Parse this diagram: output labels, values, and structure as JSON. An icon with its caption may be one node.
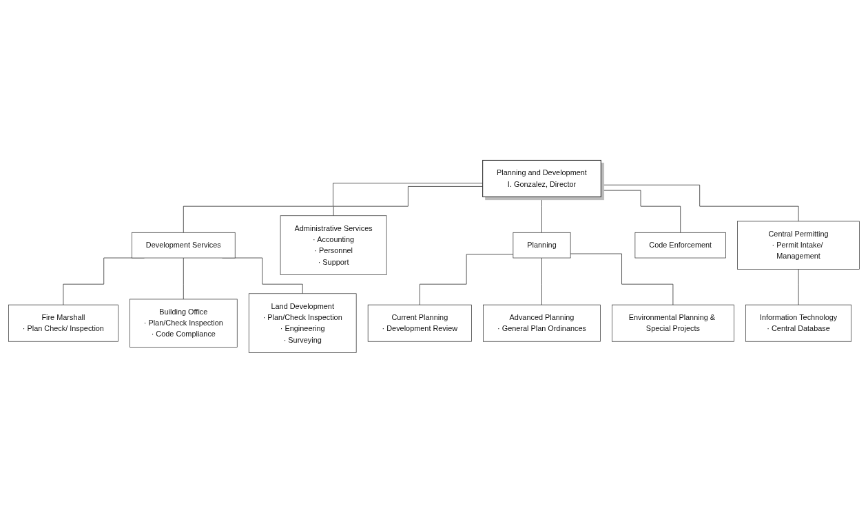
{
  "diagram": {
    "nodes": [
      {
        "text": [
          "Planning and Development",
          "I. Gonzalez, Director"
        ]
      },
      {
        "text": [
          "Development Services"
        ]
      },
      {
        "text": [
          "Administrative Services",
          "· Accounting",
          "· Personnel",
          "· Support"
        ]
      },
      {
        "text": [
          "Planning"
        ]
      },
      {
        "text": [
          "Code Enforcement"
        ]
      },
      {
        "text": [
          "Central Permitting",
          "· Permit Intake/ Management"
        ]
      },
      {
        "text": [
          "Fire Marshall",
          "· Plan Check/ Inspection"
        ]
      },
      {
        "text": [
          "Building Office",
          "· Plan/Check Inspection",
          "· Code Compliance"
        ]
      },
      {
        "text": [
          "Land Development",
          "· Plan/Check Inspection",
          "· Engineering",
          "· Surveying"
        ]
      },
      {
        "text": [
          "Current Planning",
          "· Development Review"
        ]
      },
      {
        "text": [
          "Advanced Planning",
          "· General Plan Ordinances"
        ]
      },
      {
        "text": [
          "Environmental Planning & Special Projects"
        ]
      },
      {
        "text": [
          "Information Technology",
          "· Central Database"
        ]
      }
    ],
    "edges": [
      {
        "from": 0,
        "to": 1,
        "arrow": "none"
      },
      {
        "from": 0,
        "to": 2,
        "arrow": "none"
      },
      {
        "from": 0,
        "to": 3,
        "arrow": "none"
      },
      {
        "from": 0,
        "to": 4,
        "arrow": "none"
      },
      {
        "from": 0,
        "to": 5,
        "arrow": "none"
      },
      {
        "from": 1,
        "to": 6,
        "arrow": "none"
      },
      {
        "from": 1,
        "to": 7,
        "arrow": "none"
      },
      {
        "from": 1,
        "to": 8,
        "arrow": "none"
      },
      {
        "from": 3,
        "to": 9,
        "arrow": "none"
      },
      {
        "from": 3,
        "to": 10,
        "arrow": "none"
      },
      {
        "from": 3,
        "to": 11,
        "arrow": "none"
      },
      {
        "from": 5,
        "to": 12,
        "arrow": "none"
      }
    ]
  }
}
